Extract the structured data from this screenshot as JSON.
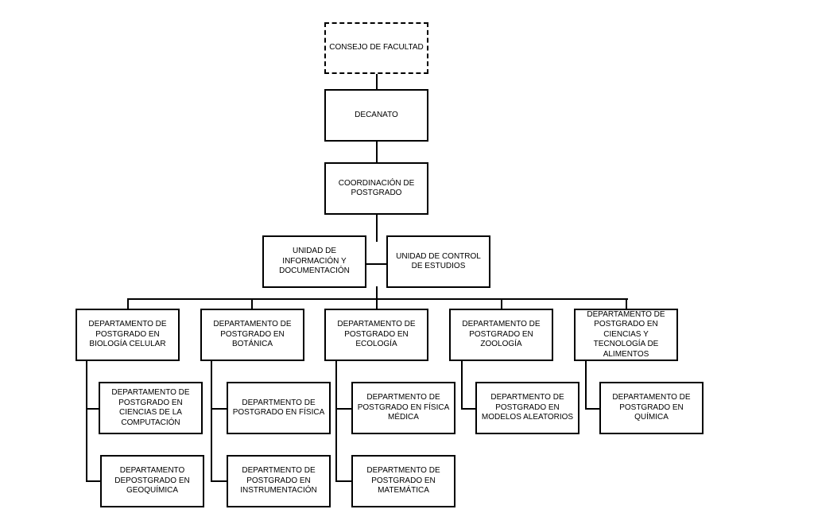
{
  "org_chart": {
    "council": "CONSEJO DE FACULTAD",
    "deanery": "DECANATO",
    "coordination": "COORDINACIÓN DE POSTGRADO",
    "units": {
      "information": "UNIDAD DE INFORMACIÓN Y DOCUMENTACIÓN",
      "control": "UNIDAD DE CONTROL DE ESTUDIOS"
    },
    "departments": [
      {
        "name": "DEPARTAMENTO DE POSTGRADO EN BIOLOGÍA CELULAR",
        "children": [
          "DEPARTAMENTO DE POSTGRADO EN CIENCIAS DE LA COMPUTACIÓN",
          "DEPARTAMENTO DEPOSTGRADO EN GEOQUÍMICA"
        ]
      },
      {
        "name": "DEPARTAMENTO DE POSTGRADO EN BOTÁNICA",
        "children": [
          "DEPARTMENTO DE POSTGRADO EN FÍSICA",
          "DEPARTMENTO DE POSTGRADO EN INSTRUMENTACIÓN"
        ]
      },
      {
        "name": "DEPARTAMENTO DE POSTGRADO EN ECOLOGÍA",
        "children": [
          "DEPARTMENTO DE POSTGRADO EN FÍSICA MÉDICA",
          "DEPARTMENTO DE POSTGRADO EN MATEMÁTICA"
        ]
      },
      {
        "name": "DEPARTAMENTO DE POSTGRADO EN ZOOLOGÍA",
        "children": [
          "DEPARTMENTO DE POSTGRADO EN MODELOS ALEATORIOS"
        ]
      },
      {
        "name": "DEPARTAMENTO DE POSTGRADO EN CIENCIAS Y TECNOLOGÍA DE ALIMENTOS",
        "children": [
          "DEPARTAMENTO DE POSTGRADO EN QUÍMICA"
        ]
      }
    ]
  }
}
